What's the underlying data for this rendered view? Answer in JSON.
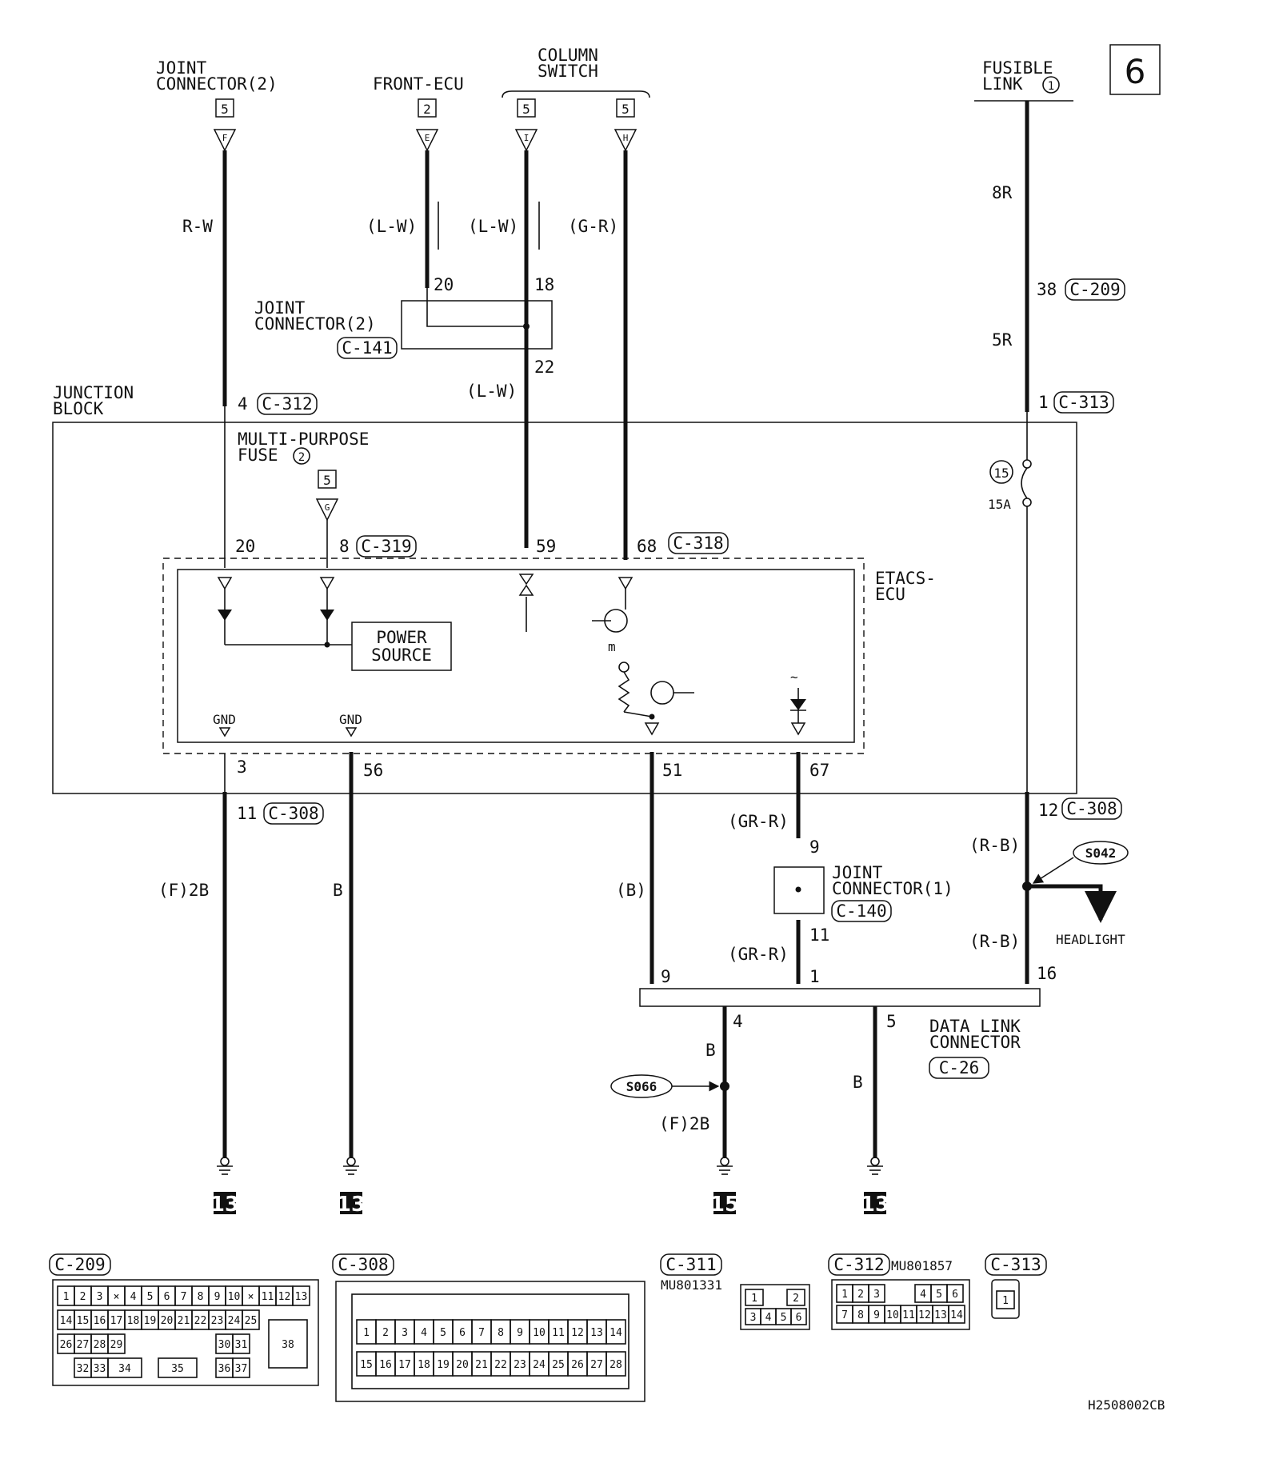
{
  "page_number": "6",
  "doc_code": "H2508002CB",
  "sources": {
    "joint_connector_2_top": {
      "name_l1": "JOINT",
      "name_l2": "CONNECTOR(2)",
      "ref": "5",
      "pin": "F",
      "wire": "R-W"
    },
    "front_ecu": {
      "name": "FRONT-ECU",
      "ref": "2",
      "pin": "E",
      "wire": "(L-W)"
    },
    "column_switch": {
      "name_l1": "COLUMN",
      "name_l2": "SWITCH",
      "ref_a": "5",
      "pin_a": "I",
      "wire_a": "(L-W)",
      "ref_b": "5",
      "pin_b": "H",
      "wire_b": "(G-R)"
    },
    "fusible_link": {
      "name_l1": "FUSIBLE",
      "name_l2": "LINK",
      "num": "1",
      "wire_top": "8R",
      "pin_c209": "38",
      "conn_c209": "C-209",
      "wire_bottom": "5R",
      "pin_c313": "1",
      "conn_c313": "C-313"
    }
  },
  "joint_connector_c141": {
    "name_l1": "JOINT",
    "name_l2": "CONNECTOR(2)",
    "conn": "C-141",
    "pin_a": "20",
    "pin_b": "18",
    "pin_out": "22",
    "wire_out": "(L-W)"
  },
  "junction_block": {
    "name_l1": "JUNCTION",
    "name_l2": "BLOCK",
    "pin_c312": "4",
    "conn_c312": "C-312",
    "mpf_l1": "MULTI-PURPOSE",
    "mpf_l2": "FUSE",
    "mpf_num": "2",
    "fuse_num": "15",
    "fuse_rating": "15A",
    "g_ref": "5",
    "g_pin": "G"
  },
  "etacs": {
    "name_l1": "ETACS-",
    "name_l2": "ECU",
    "pin_20": "20",
    "pin_8": "8",
    "conn_c319": "C-319",
    "pin_59": "59",
    "pin_68": "68",
    "conn_c318": "C-318",
    "power_l1": "POWER",
    "power_l2": "SOURCE",
    "gnd_a": "GND",
    "gnd_b": "GND",
    "pin_3": "3",
    "pin_56": "56",
    "pin_51": "51",
    "pin_67": "67"
  },
  "lower": {
    "pin_11": "11",
    "conn_c308_a": "C-308",
    "wire_f2b": "(F)2B",
    "wire_b": "B",
    "pin_12": "12",
    "conn_c308_b": "C-308",
    "wire_rb_a": "(R-B)",
    "splice_s042": "S042",
    "headlight": "HEADLIGHT",
    "wire_rb_b": "(R-B)",
    "pin_16": "16",
    "wire_bb": "(B)",
    "pin_9a": "9",
    "wire_grr_a": "(GR-R)",
    "jc1_pin_in": "9",
    "jc1_l1": "JOINT",
    "jc1_l2": "CONNECTOR(1)",
    "jc1_conn": "C-140",
    "jc1_pin_out": "11",
    "wire_grr_b": "(GR-R)",
    "pin_1": "1",
    "pin_4": "4",
    "pin_5": "5",
    "dlc_l1": "DATA LINK",
    "dlc_l2": "CONNECTOR",
    "dlc_conn": "C-26",
    "wire_b_4": "B",
    "splice_s066": "S066",
    "wire_f2b_4": "(F)2B",
    "wire_b_5": "B",
    "grounds": [
      "13",
      "13",
      "15",
      "13"
    ]
  },
  "connectors": {
    "c209": {
      "label": "C-209",
      "row1": [
        "1",
        "2",
        "3",
        "×",
        "4",
        "5",
        "6",
        "7",
        "8",
        "9",
        "10",
        "×",
        "11",
        "12",
        "13"
      ],
      "row2": [
        "14",
        "15",
        "16",
        "17",
        "18",
        "19",
        "20",
        "21",
        "22",
        "23",
        "24",
        "25"
      ],
      "row3": [
        "26",
        "27",
        "28",
        "29",
        "30",
        "31",
        "38"
      ],
      "row4": [
        "32",
        "33",
        "34",
        "35",
        "36",
        "37"
      ]
    },
    "c308": {
      "label": "C-308",
      "row1": [
        "1",
        "2",
        "3",
        "4",
        "5",
        "6",
        "7",
        "8",
        "9",
        "10",
        "11",
        "12",
        "13",
        "14"
      ],
      "row2": [
        "15",
        "16",
        "17",
        "18",
        "19",
        "20",
        "21",
        "22",
        "23",
        "24",
        "25",
        "26",
        "27",
        "28"
      ]
    },
    "c311": {
      "label": "C-311",
      "part": "MU801331",
      "row1": [
        "1",
        "2"
      ],
      "row2": [
        "3",
        "4",
        "5",
        "6"
      ]
    },
    "c312": {
      "label": "C-312",
      "part": "MU801857",
      "row1": [
        "1",
        "2",
        "3",
        "4",
        "5",
        "6"
      ],
      "row2": [
        "7",
        "8",
        "9",
        "10",
        "11",
        "12",
        "13",
        "14"
      ]
    },
    "c313": {
      "label": "C-313",
      "row1": [
        "1"
      ]
    }
  }
}
